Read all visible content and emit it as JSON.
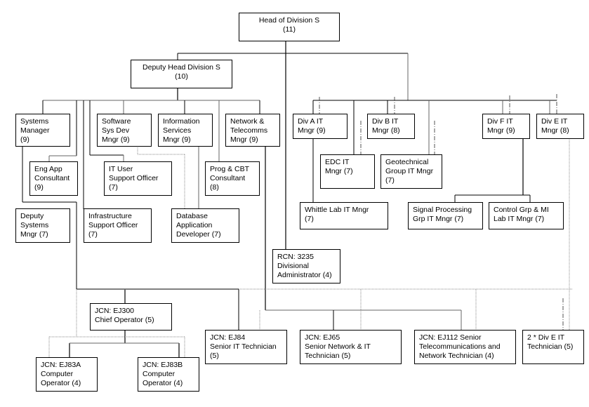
{
  "title": "Division S IT Organisation Chart",
  "nodes": {
    "head": "Head of Division S\n(11)",
    "deputy": "Deputy Head Division S\n(10)",
    "systems_manager": "Systems\nManager\n(9)",
    "software_sys_dev": "Software\nSys Dev\nMngr (9)",
    "information_services": "Information\nServices\nMngr (9)",
    "network_telecomms": "Network &\nTelecomms\nMngr    (9)",
    "eng_app_consultant": "Eng App\nConsultant\n(9)",
    "it_user_support": "IT User\nSupport Officer\n(7)",
    "prog_cbt_consultant": "Prog & CBT\nConsultant\n(8)",
    "deputy_systems_mngr": "Deputy\nSystems\nMngr   (7)",
    "infrastructure_support": "Infrastructure\nSupport Officer\n(7)",
    "database_app_dev": "Database\nApplication\nDeveloper (7)",
    "div_a_it": "Div A IT\nMngr (9)",
    "div_b_it": "Div B IT\nMngr (8)",
    "div_f_it": "Div F IT\nMngr (9)",
    "div_e_it": "Div E IT\nMngr (8)",
    "edc_it": "EDC IT\nMngr (7)",
    "geotechnical_it": "Geotechnical\nGroup IT Mngr\n(7)",
    "whittle_lab_it": "Whittle Lab IT Mngr\n(7)",
    "signal_processing_it": "Signal Processing\nGrp IT Mngr (7)",
    "control_grp_it": "Control Grp & MI\nLab IT Mngr (7)",
    "divisional_admin": "RCN: 3235\nDivisional\nAdministrator (4)",
    "chief_operator": "JCN: EJ300\nChief Operator   (5)",
    "senior_it_tech": "JCN:  EJ84\nSenior IT Technician\n(5)",
    "senior_network_tech": "JCN: EJ65\nSenior Network & IT\nTechnician (5)",
    "telecom_network_tech": "JCN: EJ112 Senior\nTelecommunications and\nNetwork Technician (4)",
    "div_e_technician": "2 * Div E IT\nTechnician (5)",
    "computer_operator_a": "JCN: EJ83A\nComputer\nOperator (4)",
    "computer_operator_b": "JCN: EJ83B\nComputer\nOperator (4)"
  }
}
